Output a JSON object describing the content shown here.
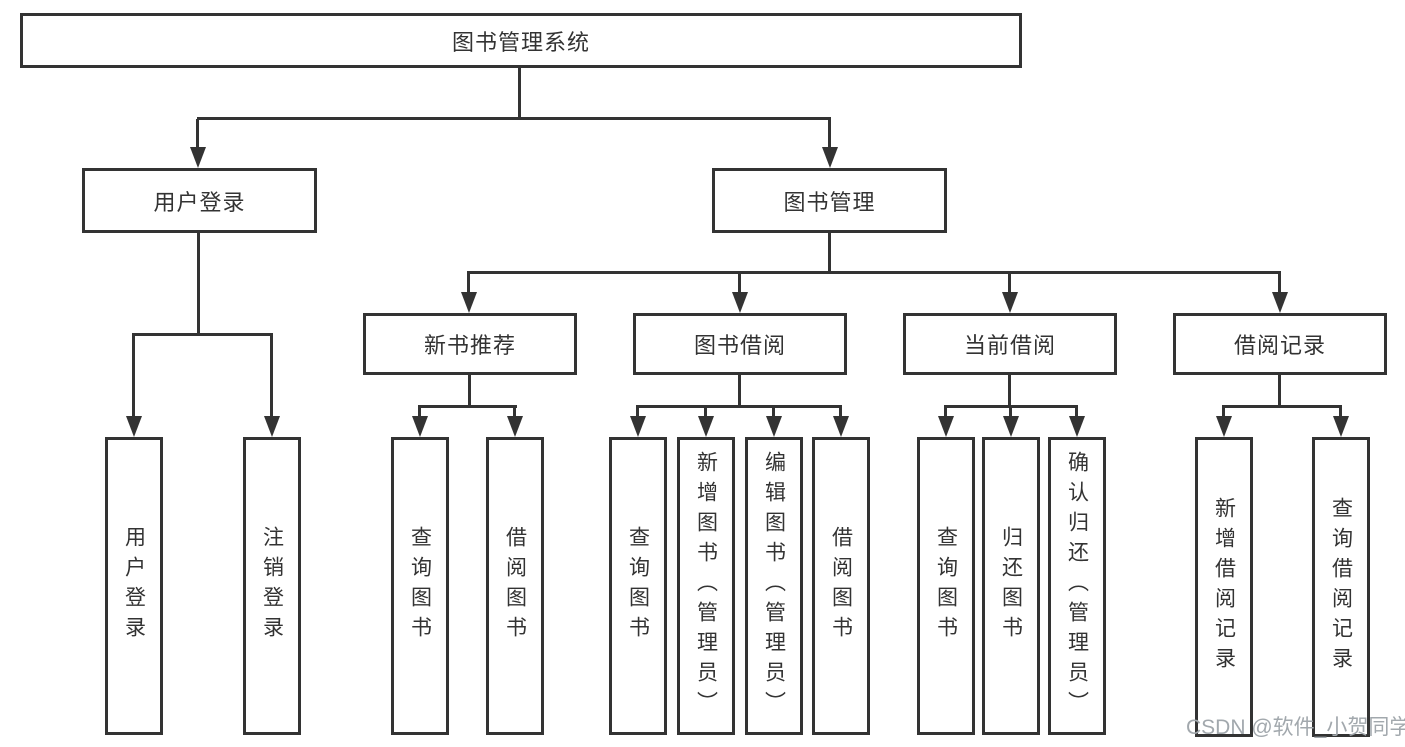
{
  "nodes": {
    "root": {
      "label": "图书管理系统"
    },
    "level2": [
      {
        "label": "用户登录"
      },
      {
        "label": "图书管理"
      }
    ],
    "level3": [
      {
        "label": "新书推荐"
      },
      {
        "label": "图书借阅"
      },
      {
        "label": "当前借阅"
      },
      {
        "label": "借阅记录"
      }
    ],
    "leaves": [
      {
        "label": "用户登录"
      },
      {
        "label": "注销登录"
      },
      {
        "label": "查询图书"
      },
      {
        "label": "借阅图书"
      },
      {
        "label": "查询图书"
      },
      {
        "label": "新增图书（管理员）"
      },
      {
        "label": "编辑图书（管理员）"
      },
      {
        "label": "借阅图书"
      },
      {
        "label": "查询图书"
      },
      {
        "label": "归还图书"
      },
      {
        "label": "确认归还（管理员）"
      },
      {
        "label": "新增借阅记录"
      },
      {
        "label": "查询借阅记录"
      }
    ]
  },
  "hierarchy": {
    "图书管理系统": {
      "用户登录": [
        "用户登录",
        "注销登录"
      ],
      "图书管理": {
        "新书推荐": [
          "查询图书",
          "借阅图书"
        ],
        "图书借阅": [
          "查询图书",
          "新增图书（管理员）",
          "编辑图书（管理员）",
          "借阅图书"
        ],
        "当前借阅": [
          "查询图书",
          "归还图书",
          "确认归还（管理员）"
        ],
        "借阅记录": [
          "新增借阅记录",
          "查询借阅记录"
        ]
      }
    }
  },
  "watermark": {
    "text": "CSDN @软件_小贺同学",
    "color": "#a2a8ad"
  },
  "colors": {
    "line": "#333333",
    "text": "#333333",
    "background": "#ffffff"
  }
}
